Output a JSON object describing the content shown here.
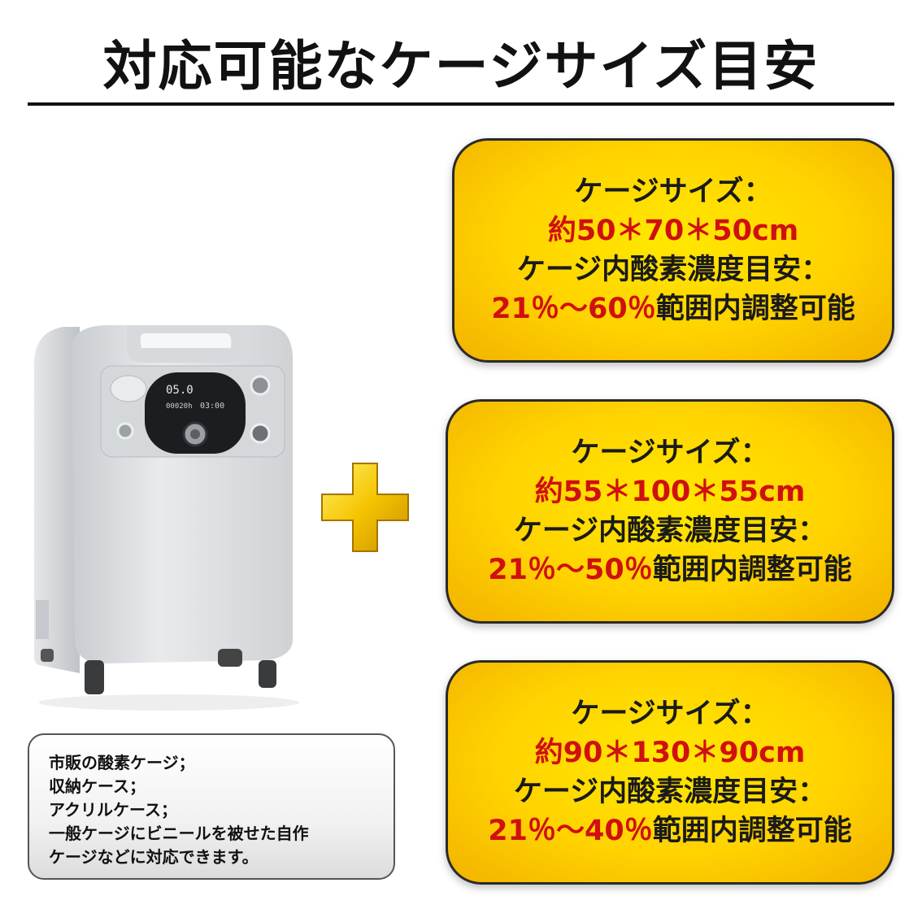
{
  "title": "対応可能なケージサイズ目安",
  "cards": [
    {
      "size_label": "ケージサイズ：",
      "size_value": "約50＊70＊50cm",
      "conc_label": "ケージ内酸素濃度目安：",
      "conc_range": "21％～60％",
      "conc_suffix": "範囲内調整可能"
    },
    {
      "size_label": "ケージサイズ：",
      "size_value": "約55＊100＊55cm",
      "conc_label": "ケージ内酸素濃度目安：",
      "conc_range": "21％～50％",
      "conc_suffix": "範囲内調整可能"
    },
    {
      "size_label": "ケージサイズ：",
      "size_value": "約90＊130＊90cm",
      "conc_label": "ケージ内酸素濃度目安：",
      "conc_range": "21％～40％",
      "conc_suffix": "範囲内調整可能"
    }
  ],
  "note_lines": [
    "市販の酸素ケージ；",
    "収納ケース；",
    "アクリルケース；",
    "一般ケージにビニールを被せた自作",
    "ケージなどに対応できます。"
  ],
  "device_display": {
    "flow": "05.0",
    "hours": "00020h",
    "timer": "03:00"
  },
  "colors": {
    "card_fill": "#ffd200",
    "card_text": "#1a1a1a",
    "highlight_red": "#d01010",
    "plus_gold": "#f5c400"
  },
  "icons": [
    "plus-icon",
    "oxygen-concentrator-image"
  ]
}
